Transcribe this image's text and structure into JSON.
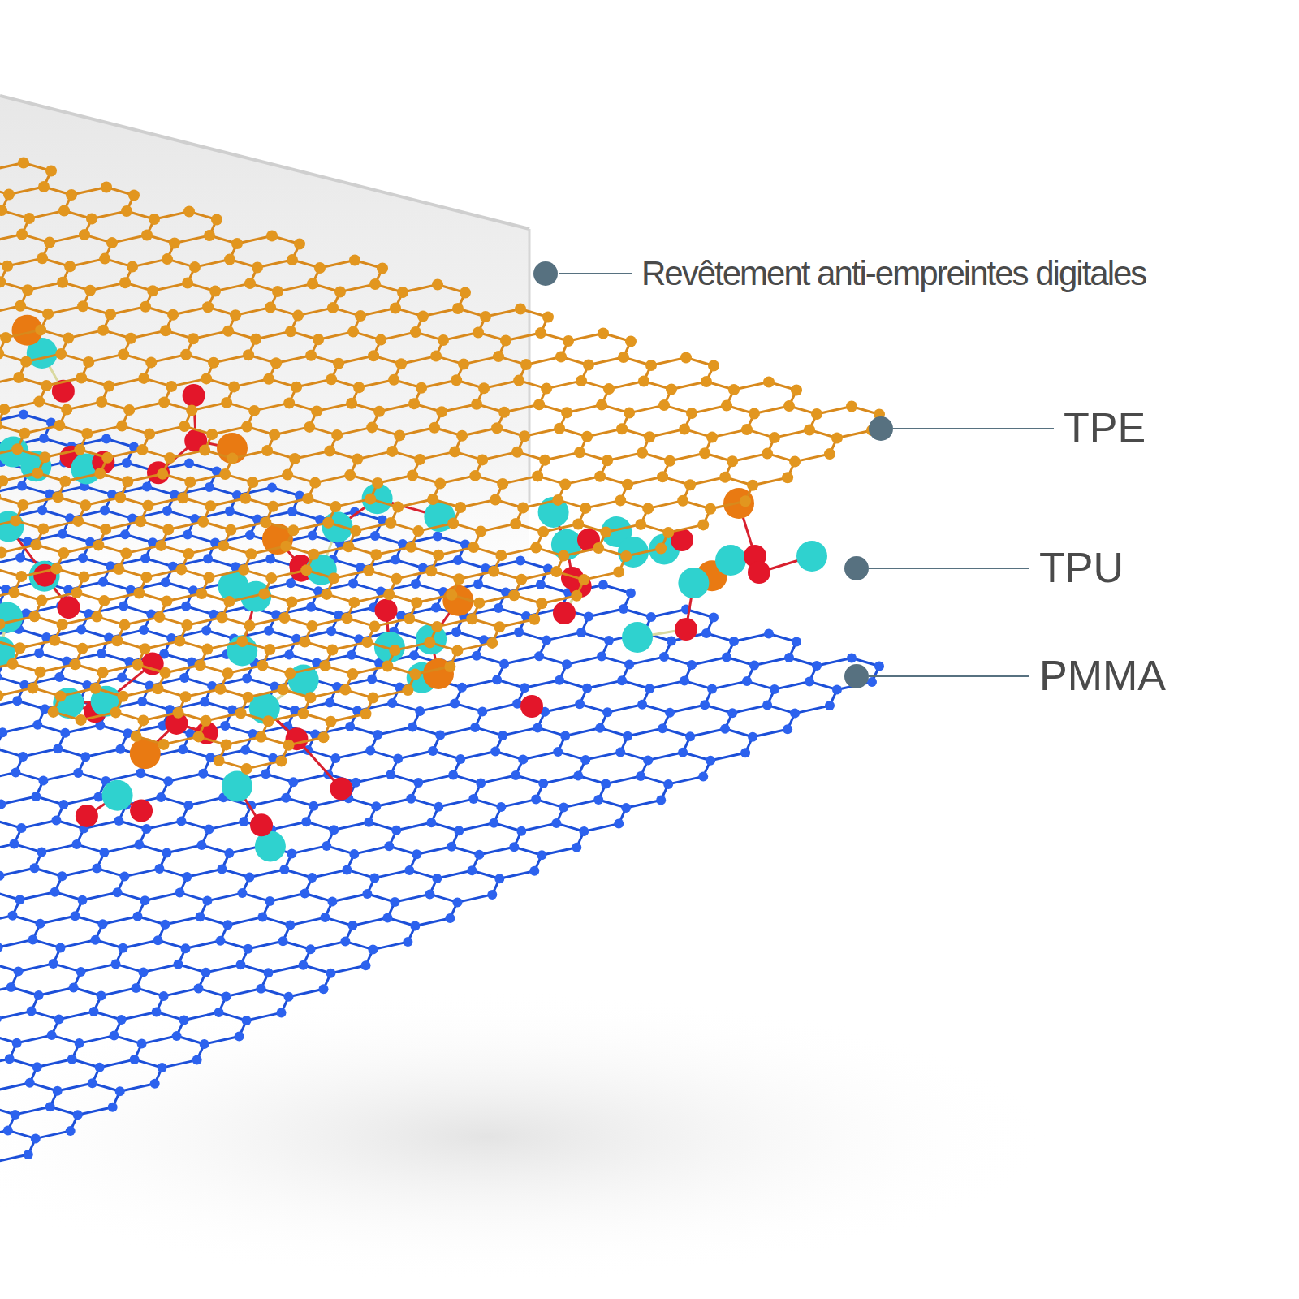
{
  "diagram": {
    "labels": [
      "Revêtement anti-empreintes digitales",
      "TPE",
      "TPU",
      "PMMA"
    ]
  }
}
